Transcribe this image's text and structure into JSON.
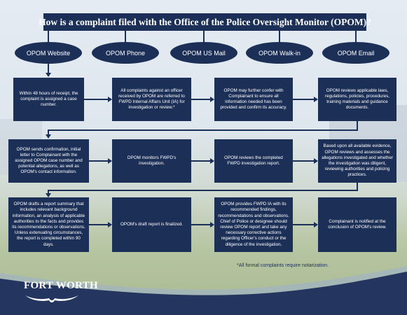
{
  "title": "How is a complaint filed with the Office of the Police Oversight Monitor (OPOM)?",
  "channels": [
    "OPOM Website",
    "OPOM Phone",
    "OPOM US Mail",
    "OPOM Walk-in",
    "OPOM Email"
  ],
  "row1": [
    "Within 48 hours of receipt, the complaint is assigned a case number.",
    "All complaints against an officer received by OPOM are referred to FWPD Internal Affairs Unit (IA) for investigation or review.*",
    "OPOM may further confer with Complainant to ensure all information needed has been provided and confirm its accuracy.",
    "OPOM reviews applicable laws, regulations, policies, procedures, training materials and guidance documents."
  ],
  "row2": [
    "OPOM sends confirmation, initial letter to Complainant with the assigned OPOM case number and potential allegations, as well as OPOM's contact information.",
    "OPOM monitors FWPD's investigation.",
    "OPOM reviews the completed FWPD investigation report.",
    "Based upon all available evidence, OPOM reviews and assesses the allegations investigated and whether the investigation was diligent, reviewing authorities and policing practices."
  ],
  "row3": [
    "OPOM drafts a report summary that includes relevant background information, an analysis of applicable authorities to the facts and provides its recommendations or observations. Unless extenuating circumstances, the report is completed within 90 days.",
    "OPOM's draft report is finalized.",
    "OPOM provides FWPD IA with its recommended findings, recommendations and observations. Chief of Police or designee should review OPOM report and take any necessary corrective actions regarding Officer's conduct or the diligence of the investigation.",
    "Complainant is notified at the conclusion of OPOM's review."
  ],
  "footnote": "*All formal complaints require notarization.",
  "logo": "FORT WORTH",
  "colors": {
    "navy": "#1c2f57",
    "footer_navy": "#24365f"
  }
}
